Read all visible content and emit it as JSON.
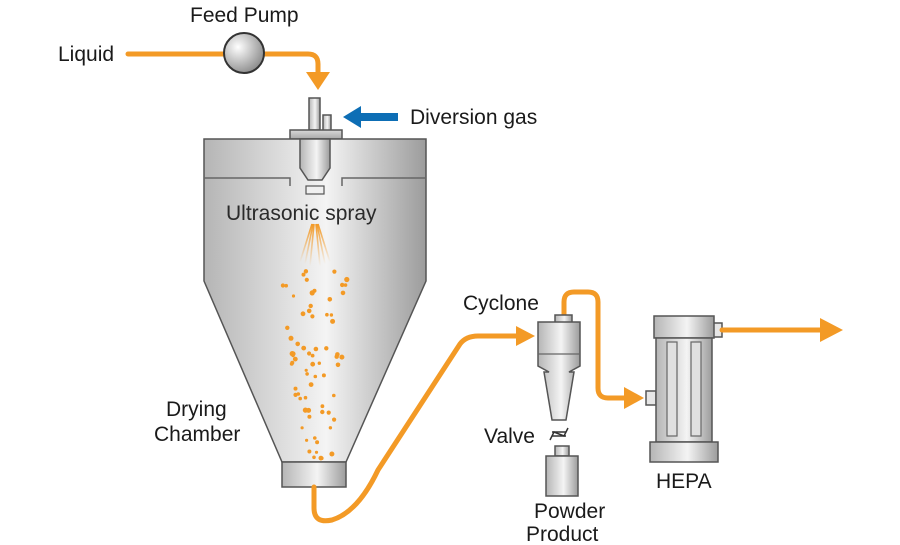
{
  "labels": {
    "feed_pump": "Feed Pump",
    "liquid": "Liquid",
    "diversion_gas": "Diversion gas",
    "ultrasonic_spray": "Ultrasonic spray",
    "cyclone": "Cyclone",
    "drying_chamber_line1": "Drying",
    "drying_chamber_line2": "Chamber",
    "valve": "Valve",
    "powder_product_line1": "Powder",
    "powder_product_line2": "Product",
    "hepa": "HEPA"
  },
  "colors": {
    "flow": "#f39a26",
    "gas_arrow": "#0d6eb5",
    "metal_light": "#f2f2f2",
    "metal_dark": "#9a9a9a",
    "droplet": "#f39a26"
  }
}
